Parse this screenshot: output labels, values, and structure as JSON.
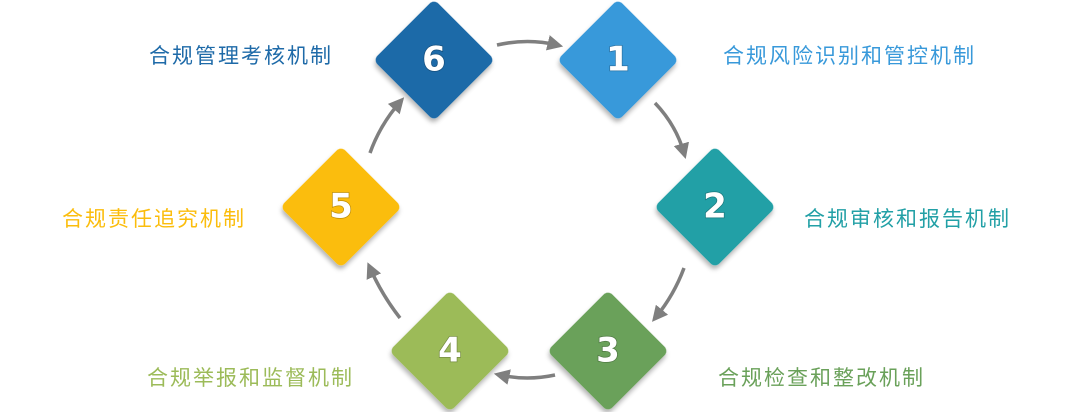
{
  "nodes": [
    {
      "number": "1",
      "label": "合规风险识别和管控机制",
      "color": "#3899da"
    },
    {
      "number": "2",
      "label": "合规审核和报告机制",
      "color": "#22a0a6"
    },
    {
      "number": "3",
      "label": "合规检查和整改机制",
      "color": "#6aa15a"
    },
    {
      "number": "4",
      "label": "合规举报和监督机制",
      "color": "#9cbb59"
    },
    {
      "number": "5",
      "label": "合规责任追究机制",
      "color": "#fbbd0c"
    },
    {
      "number": "6",
      "label": "合规管理考核机制",
      "color": "#1e6aa8"
    }
  ],
  "arrow_color": "#7f7f7f"
}
